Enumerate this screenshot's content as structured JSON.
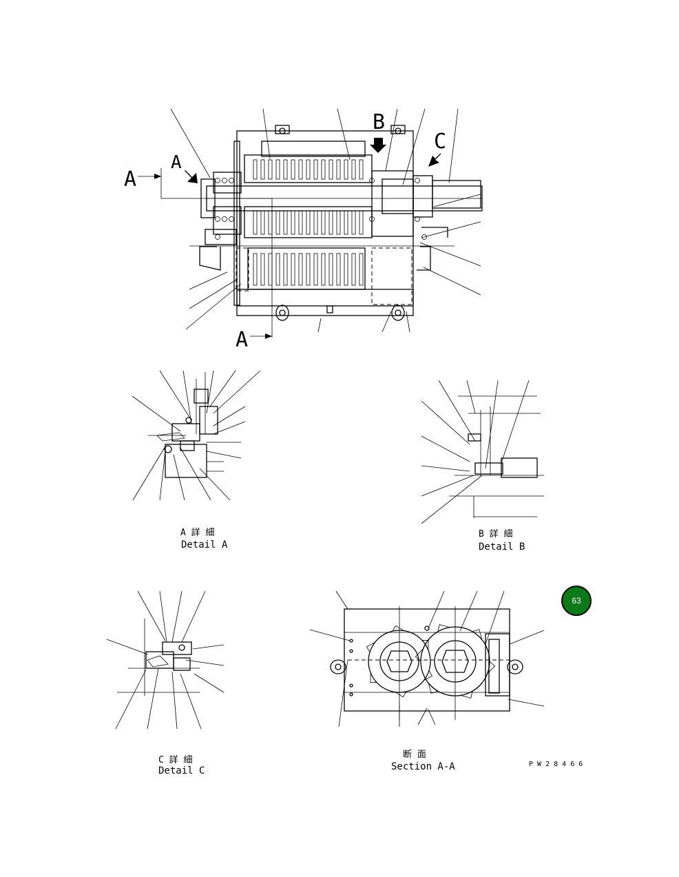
{
  "main_view": {
    "label_A_left": "A",
    "label_A_bottom": "A",
    "label_B": "B",
    "label_C": "C",
    "label_A_arrow": "A"
  },
  "detail_a": {
    "title_jp": "A 詳 細",
    "title_en": "Detail A"
  },
  "detail_b": {
    "title_jp": "B 詳 細",
    "title_en": "Detail B"
  },
  "detail_c": {
    "title_jp": "C 詳 細",
    "title_en": "Detail C"
  },
  "section": {
    "title_jp": "断 面",
    "title_en": "Section A-A"
  },
  "drawing_number": "P W 2 8 4 6 6",
  "page_badge": {
    "number": "63",
    "color": "#0a7a17"
  }
}
